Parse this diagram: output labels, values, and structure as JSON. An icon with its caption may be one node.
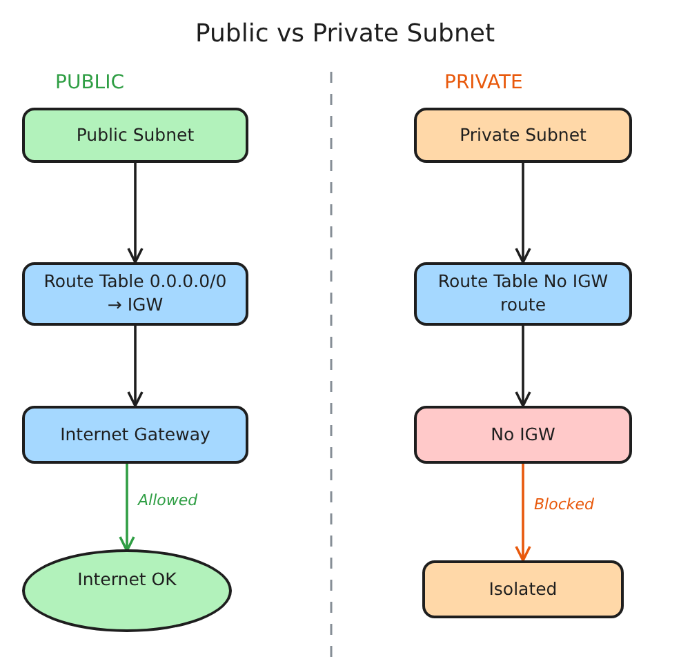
{
  "diagram": {
    "title": "Public vs Private Subnet",
    "nodes": [
      {
        "text": [
          "Public Subnet"
        ]
      },
      {
        "text": [
          "Route Table 0.0.0.0/0 → IGW"
        ]
      },
      {
        "text": [
          "Internet Gateway"
        ]
      },
      {
        "text": [
          "Internet OK"
        ]
      },
      {
        "text": [
          "Private Subnet"
        ]
      },
      {
        "text": [
          "Route Table No IGW route"
        ]
      },
      {
        "text": [
          "No IGW"
        ]
      },
      {
        "text": [
          "Isolated"
        ]
      }
    ],
    "edges": [
      {
        "from": 0,
        "to": 1,
        "arrow": "to"
      },
      {
        "from": 1,
        "to": 2,
        "arrow": "to"
      },
      {
        "from": 2,
        "to": 3,
        "arrow": "to",
        "label": "Allowed",
        "color": "#2f9e44"
      },
      {
        "from": 4,
        "to": 5,
        "arrow": "to"
      },
      {
        "from": 5,
        "to": 6,
        "arrow": "to"
      },
      {
        "from": 6,
        "to": 7,
        "arrow": "to",
        "label": "Blocked",
        "color": "#e8590c"
      }
    ],
    "labels": [
      "PUBLIC",
      "PRIVATE"
    ]
  }
}
